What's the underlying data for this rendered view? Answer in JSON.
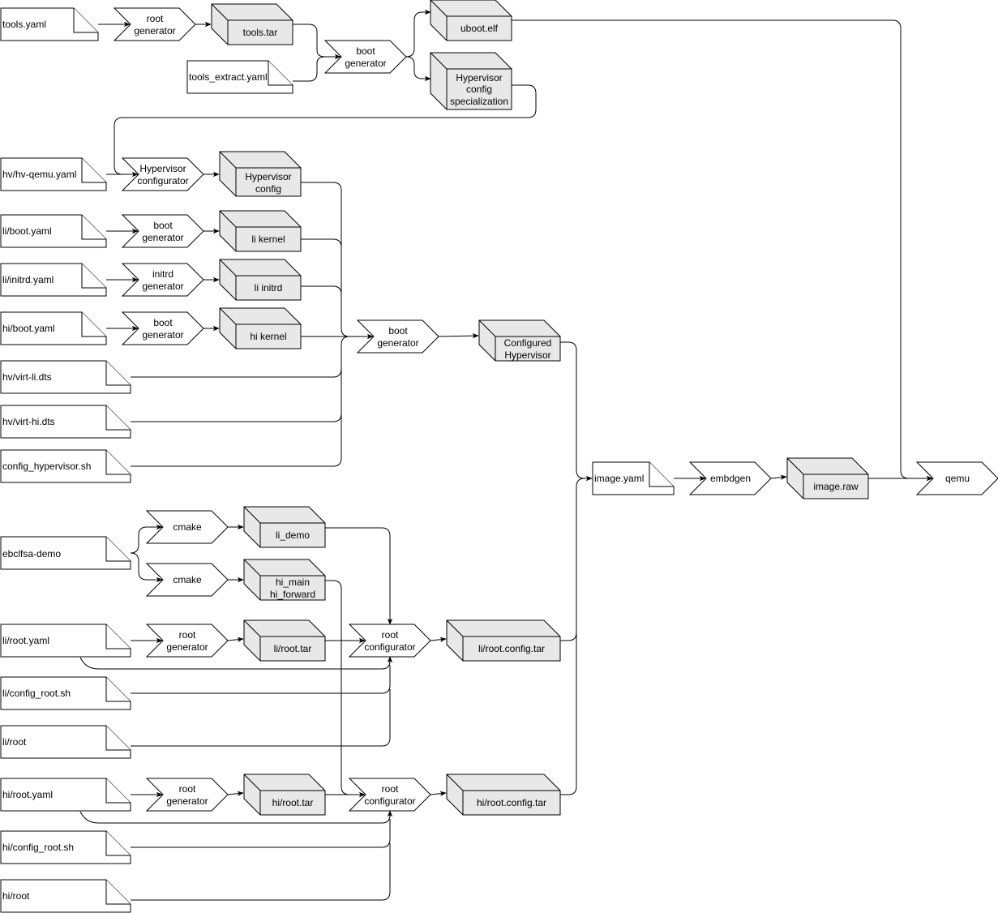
{
  "files": {
    "tools_yaml": "tools.yaml",
    "tools_extract_yaml": "tools_extract.yaml",
    "hv_qemu_yaml": "hv/hv-qemu.yaml",
    "li_boot_yaml": "li/boot.yaml",
    "li_initrd_yaml": "li/initrd.yaml",
    "hi_boot_yaml": "hi/boot.yaml",
    "hv_virt_li_dts": "hv/virt-li.dts",
    "hv_virt_hi_dts": "hv/virt-hi.dts",
    "config_hypervisor_sh": "config_hypervisor.sh",
    "ebclfsa_demo": "ebclfsa-demo",
    "li_root_yaml": "li/root.yaml",
    "li_config_root_sh": "li/config_root.sh",
    "li_root": "li/root",
    "hi_root_yaml": "hi/root.yaml",
    "hi_config_root_sh": "hi/config_root.sh",
    "hi_root": "hi/root",
    "image_yaml": "image.yaml"
  },
  "processes": {
    "root_gen_tools": [
      "root",
      "generator"
    ],
    "boot_gen_top": [
      "boot",
      "generator"
    ],
    "hv_configurator": [
      "Hypervisor",
      "configurator"
    ],
    "boot_gen_li": [
      "boot",
      "generator"
    ],
    "initrd_gen": [
      "initrd",
      "generator"
    ],
    "boot_gen_hi": [
      "boot",
      "generator"
    ],
    "boot_gen_center": [
      "boot",
      "generator"
    ],
    "cmake_li": [
      "cmake"
    ],
    "cmake_hi": [
      "cmake"
    ],
    "root_gen_li": [
      "root",
      "generator"
    ],
    "root_conf_li": [
      "root",
      "configurator"
    ],
    "root_gen_hi": [
      "root",
      "generator"
    ],
    "root_conf_hi": [
      "root",
      "configurator"
    ],
    "embdgen": [
      "embdgen"
    ],
    "qemu": [
      "qemu"
    ]
  },
  "artifacts": {
    "tools_tar": [
      "tools.tar"
    ],
    "uboot_elf": [
      "uboot.elf"
    ],
    "hv_config_spec": [
      "Hypervisor",
      "config",
      "specialization"
    ],
    "hv_config": [
      "Hypervisor",
      "config"
    ],
    "li_kernel": [
      "li kernel"
    ],
    "li_initrd": [
      "li initrd"
    ],
    "hi_kernel": [
      "hi kernel"
    ],
    "configured_hv": [
      "Configured",
      "Hypervisor"
    ],
    "li_demo": [
      "li_demo"
    ],
    "hi_main": [
      "hi_main",
      "hi_forward"
    ],
    "li_root_tar": [
      "li/root.tar"
    ],
    "li_root_config_tar": [
      "li/root.config.tar"
    ],
    "hi_root_tar": [
      "hi/root.tar"
    ],
    "hi_root_config_tar": [
      "hi/root.config.tar"
    ],
    "image_raw": [
      "image.raw"
    ]
  }
}
